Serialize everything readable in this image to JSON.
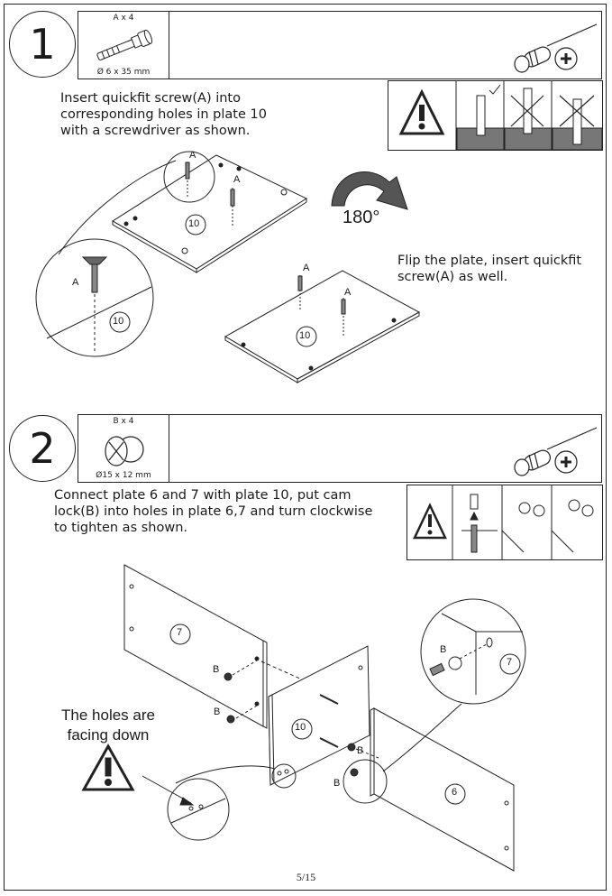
{
  "step1": {
    "number": "1",
    "hardware_count": "A x 4",
    "hardware_dim": "Ø 6 x 35 mm",
    "instruction": "Insert quickfit screw(A) into\ncorresponding holes in plate 10\nwith a screwdriver as shown.",
    "flip_instruction": "Flip the plate, insert quickfit\nscrew(A) as well.",
    "rotation": "180°",
    "part_label": "A",
    "plate_number": "10"
  },
  "step2": {
    "number": "2",
    "hardware_count": "B x 4",
    "hardware_dim": "Ø15 x 12 mm",
    "instruction": "Connect plate 6 and 7 with plate 10, put cam\nlock(B) into holes in plate 6,7 and turn clockwise\nto tighten as shown.",
    "holes_note": "The holes are\nfacing down",
    "part_label": "B",
    "plate_6": "6",
    "plate_7": "7",
    "plate_10": "10"
  },
  "footer": {
    "page": "5/15"
  }
}
